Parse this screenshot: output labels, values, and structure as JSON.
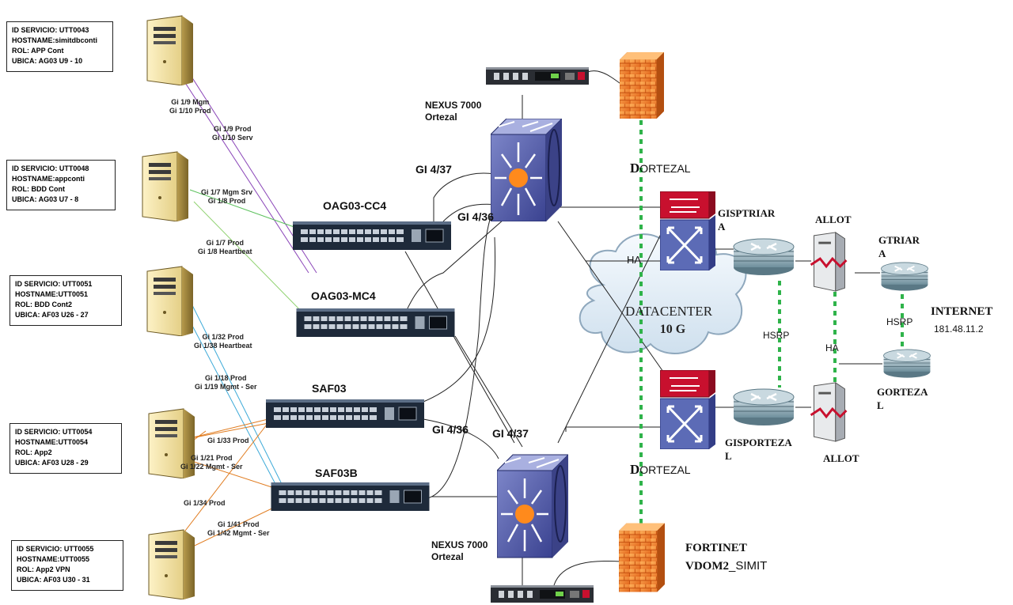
{
  "servers": [
    {
      "id": "ID SERVICIO: UTT0043",
      "host": "HOSTNAME:simitdbconti",
      "rol": "ROL: APP Cont",
      "ubica": "UBICA: AG03 U9 - 10"
    },
    {
      "id": "ID SERVICIO: UTT0048",
      "host": "HOSTNAME:appconti",
      "rol": "ROL: BDD Cont",
      "ubica": "UBICA: AG03 U7 - 8"
    },
    {
      "id": "ID SERVICIO: UTT0051",
      "host": "HOSTNAME:UTT0051",
      "rol": "ROL: BDD Cont2",
      "ubica": "UBICA: AF03 U26 - 27"
    },
    {
      "id": "ID SERVICIO: UTT0054",
      "host": "HOSTNAME:UTT0054",
      "rol": "ROL: App2",
      "ubica": "UBICA: AF03 U28 - 29"
    },
    {
      "id": "ID SERVICIO: UTT0055",
      "host": "HOSTNAME:UTT0055",
      "rol": "ROL: App2 VPN",
      "ubica": "UBICA: AF03 U30 - 31"
    }
  ],
  "ports": {
    "p1": "Gi 1/9 Mgm\nGi 1/10 Prod",
    "p2": "Gi 1/9 Prod\nGi 1/10 Serv",
    "p3": "Gi 1/7 Mgm Srv\nGi 1/8 Prod",
    "p4": "Gi 1/7 Prod\nGi 1/8 Heartbeat",
    "p5": "Gi 1/32 Prod\nGi 1/38 Heartbeat",
    "p6": "Gi 1/18 Prod\nGi 1/19 Mgmt - Ser",
    "p7": "Gi 1/33 Prod",
    "p8": "Gi 1/21 Prod\nGi 1/22 Mgmt - Ser",
    "p9": "Gi 1/34 Prod",
    "p10": "Gi 1/41 Prod\nGi 1/42 Mgmt - Ser"
  },
  "switches": {
    "oag_cc4": "OAG03-CC4",
    "oag_mc4": "OAG03-MC4",
    "saf03": "SAF03",
    "saf03b": "SAF03B"
  },
  "nexus": {
    "top": "NEXUS 7000\nOrtezal",
    "bottom": "NEXUS 7000\nOrtezal"
  },
  "links": {
    "gi437_top": "GI 4/37",
    "gi436_top": "GI 4/36",
    "gi436_bottom": "GI 4/36",
    "gi437_bottom": "GI 4/37",
    "ha_left": "HA",
    "ha_right": "HA",
    "hsrp_mid": "HSRP",
    "hsrp_right": "HSRP"
  },
  "cloud": {
    "line1": "DATACENTER",
    "line2": "10 G"
  },
  "dortezal_top": {
    "first": "D",
    "rest": "ORTEZAL"
  },
  "dortezal_bottom": {
    "first": "D",
    "rest": "ORTEZAL"
  },
  "routers": {
    "gisptriar": "GISPTRIAR\nA",
    "gisporteza": "GISPORTEZA\nL",
    "gtriar": "GTRIAR\nA",
    "gorteza": "GORTEZA\nL"
  },
  "allot_top": "ALLOT",
  "allot_bottom": "ALLOT",
  "internet": {
    "title": "INTERNET",
    "ip": "181.48.11.2"
  },
  "fortinet": {
    "line1": "FORTINET",
    "line2_bold": "VDOM2",
    "line2_rest": "_SIMIT"
  }
}
